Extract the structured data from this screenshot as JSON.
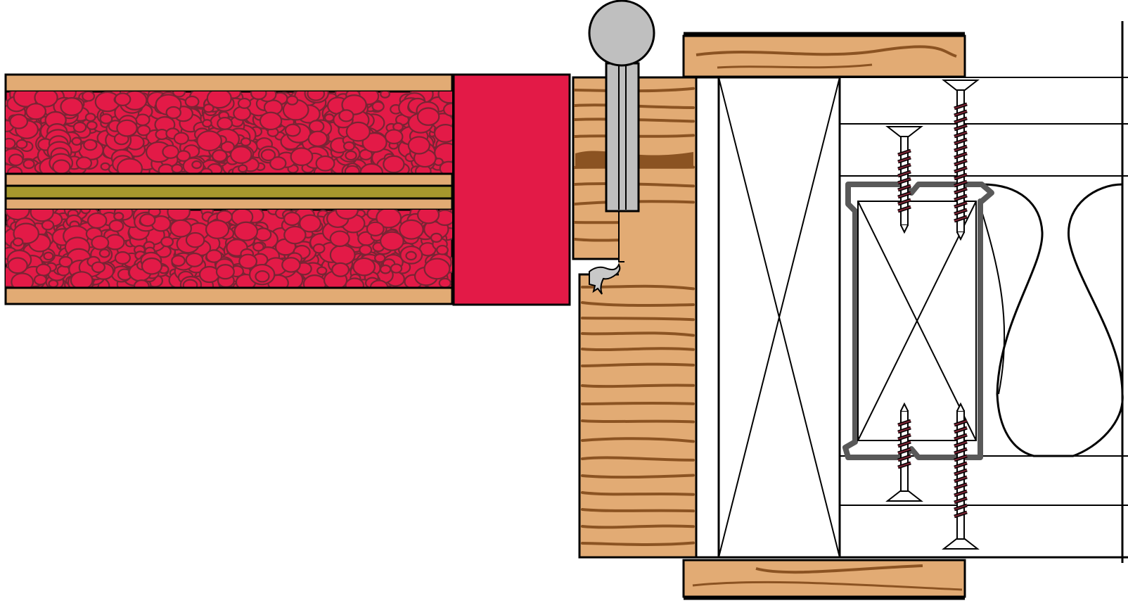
{
  "diagram": {
    "type": "construction-section-detail",
    "colors": {
      "background": "#ffffff",
      "line": "#000000",
      "wood": "#e2ab74",
      "wood_grain": "#8b5322",
      "fire_red": "#e31a47",
      "foam_shadow": "#7a2434",
      "core_strip": "#a6982d",
      "metal_gray": "#bfbfbf",
      "steel_dark": "#595959"
    },
    "components": [
      {
        "id": "door-leaf-panel",
        "icon": "laminated-door-panel-icon",
        "role": "door leaf with insulation core"
      },
      {
        "id": "door-edge-strip",
        "icon": "red-edge-strip-icon",
        "role": "door edge"
      },
      {
        "id": "door-stop",
        "icon": "wood-stop-icon",
        "role": "timber stop with seal"
      },
      {
        "id": "hinge-pin",
        "icon": "hinge-knuckle-icon",
        "role": "hinge"
      },
      {
        "id": "frame-jamb",
        "icon": "wood-jamb-icon",
        "role": "timber frame"
      },
      {
        "id": "blocking",
        "icon": "cross-hatched-block-icon",
        "role": "framing members"
      },
      {
        "id": "steel-channel",
        "icon": "steel-channel-icon",
        "role": "metal stud channel"
      },
      {
        "id": "screws",
        "icon": "screw-icon",
        "role": "fixings"
      },
      {
        "id": "wall-insulation",
        "icon": "batt-insulation-icon",
        "role": "cavity insulation"
      },
      {
        "id": "trim-boards",
        "icon": "wood-trim-icon",
        "role": "architrave boards"
      }
    ]
  }
}
